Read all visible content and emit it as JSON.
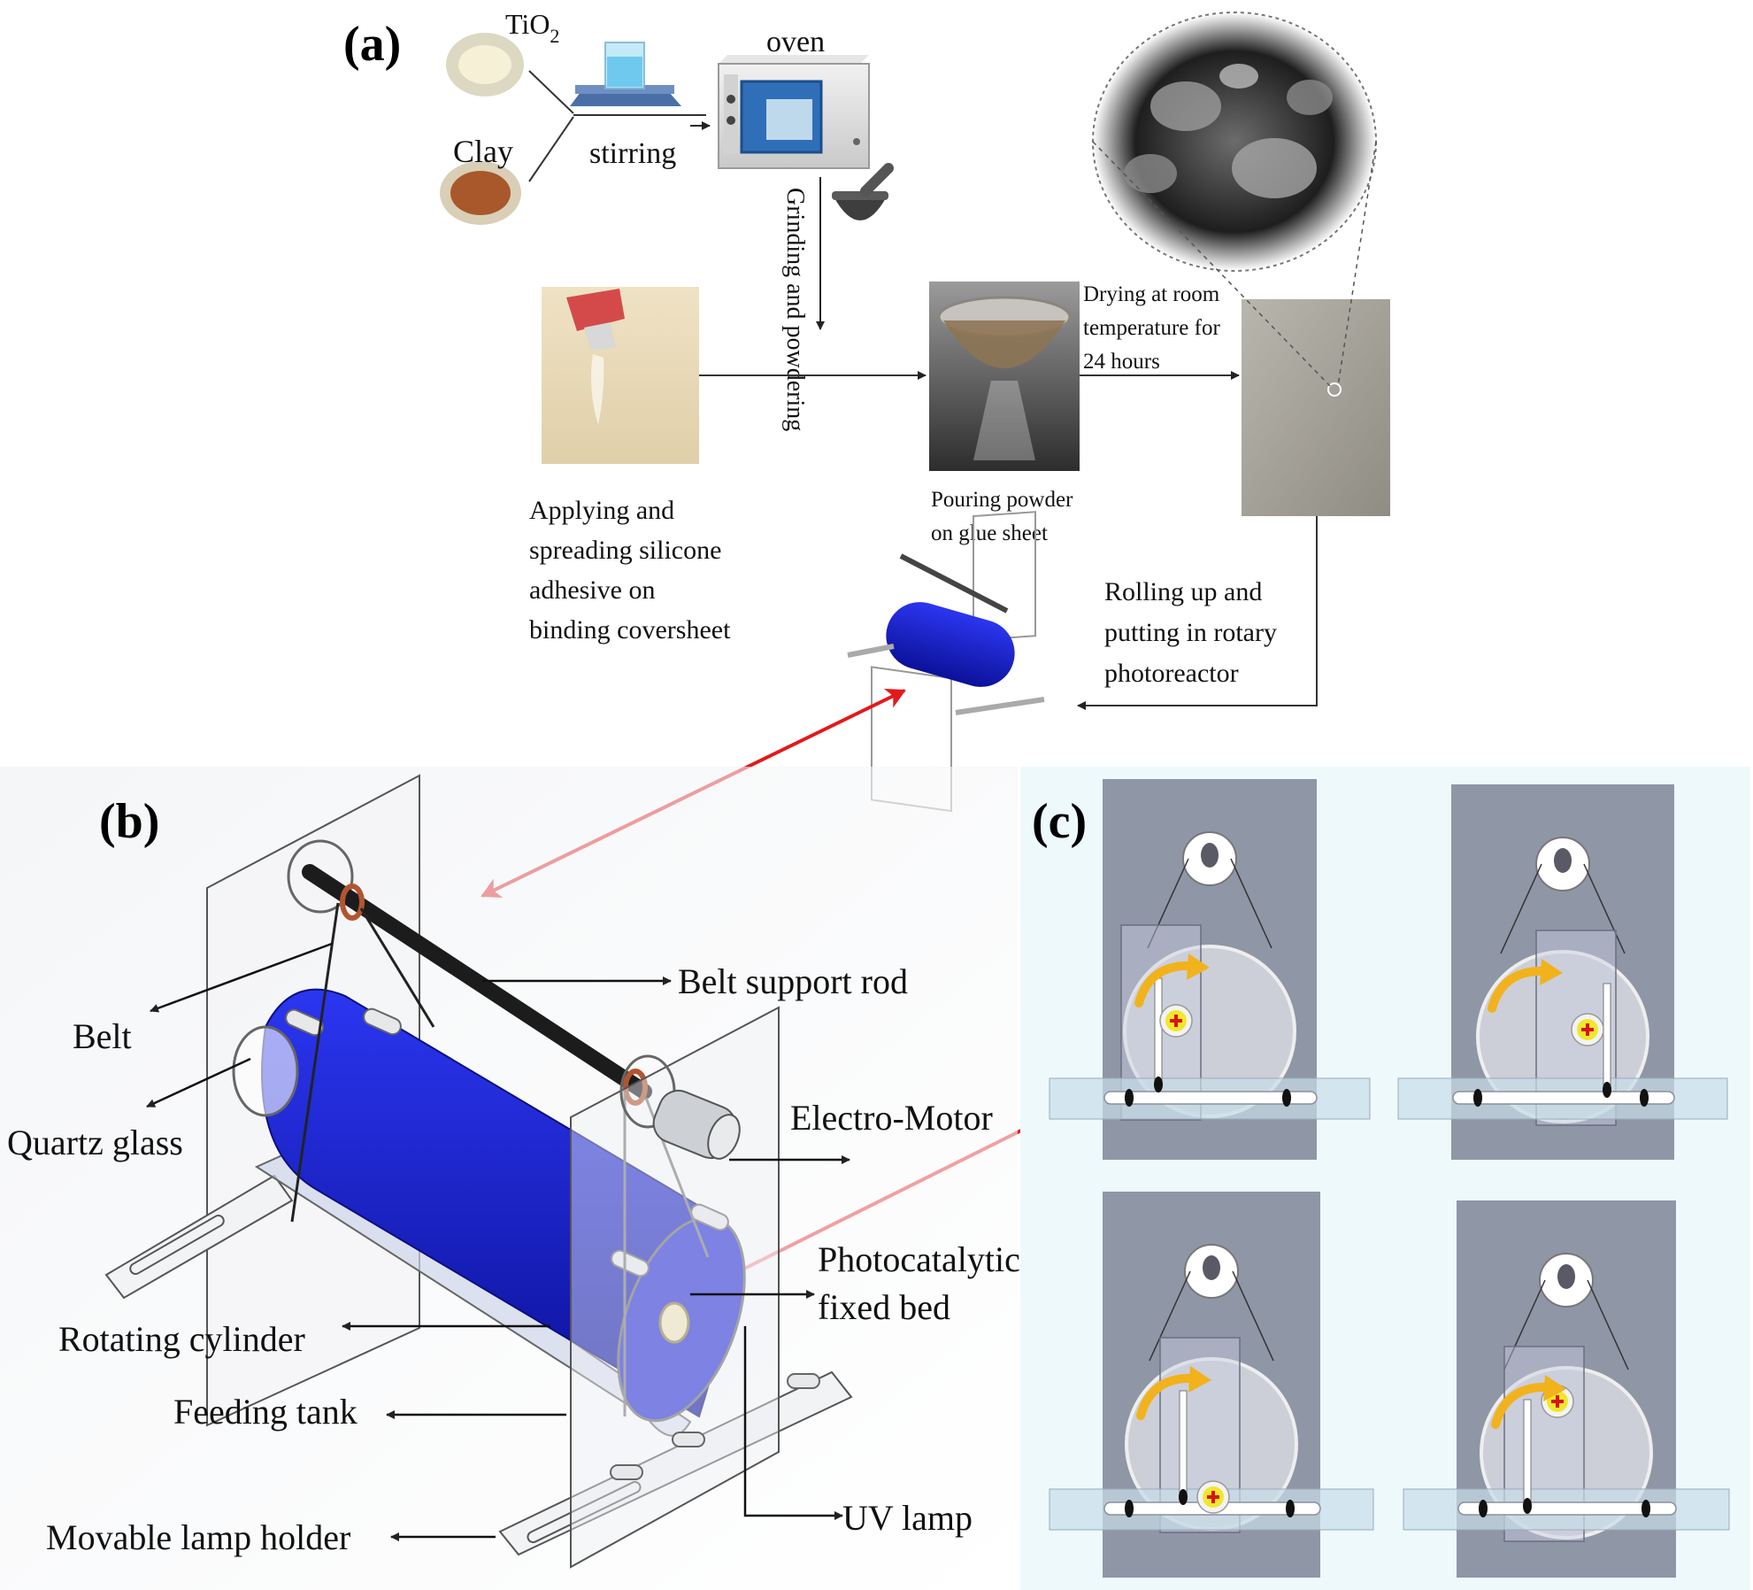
{
  "panels": {
    "a": {
      "letter": "(a)",
      "tio2_label": "TiO",
      "tio2_subscript": "2",
      "clay_label": "Clay",
      "stirring_label": "stirring",
      "oven_label": "oven",
      "grinding_label": "Grinding and powdering",
      "drying_label_lines": [
        "Drying at room",
        "temperature for",
        "24 hours"
      ],
      "pouring_label_lines": [
        "Pouring powder",
        "on glue sheet"
      ],
      "applying_label_lines": [
        "Applying and",
        "spreading silicone",
        "adhesive on",
        "binding coversheet"
      ],
      "rolling_label_lines": [
        "Rolling up and",
        "putting in rotary",
        "photoreactor"
      ]
    },
    "b": {
      "letter": "(b)",
      "belt": "Belt",
      "belt_support_rod": "Belt support rod",
      "quartz_glass": "Quartz glass",
      "electro_motor": "Electro-Motor",
      "photocatalytic_fixed_bed_lines": [
        "Photocatalytic",
        "fixed bed"
      ],
      "rotating_cylinder": "Rotating cylinder",
      "feeding_tank": "Feeding tank",
      "movable_lamp_holder": "Movable lamp holder",
      "uv_lamp": "UV lamp"
    },
    "c": {
      "letter": "(c)"
    }
  },
  "colors": {
    "arrow_red": "#e3191c",
    "cylinder_blue": "#1a1fd8",
    "plate_gray": "#8f96a6",
    "rotation_arrow": "#f2b21c"
  }
}
